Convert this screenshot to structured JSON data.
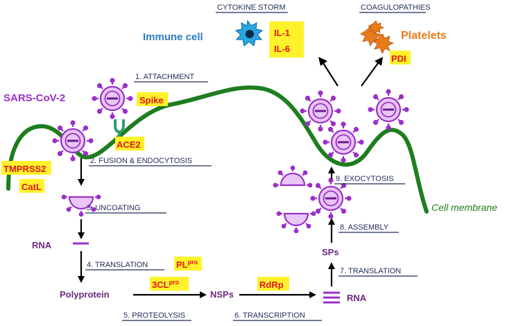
{
  "virus_label": "SARS-CoV-2",
  "cytokine_storm": {
    "heading": "CYTOKINE STORM",
    "cell_label": "Immune cell",
    "il1": "IL-1",
    "il6": "IL-6"
  },
  "coagulopathies": {
    "heading": "COAGULOPATHIES",
    "platelets_label": "Platelets",
    "pdi": "PDI"
  },
  "membrane_label": "Cell membrane",
  "receptors": {
    "spike": "Spike",
    "ace2": "ACE2",
    "tmprss2": "TMPRSS2",
    "catl": "CatL"
  },
  "enzymes": {
    "plpro_base": "PL",
    "plpro_sup": "pro",
    "clpro_base": "3CL",
    "clpro_sup": "pro",
    "rdrp": "RdRp"
  },
  "molecules": {
    "rna_left": "RNA",
    "polyprotein": "Polyprotein",
    "nsps": "NSPs",
    "rna_right": "RNA",
    "sps": "SPs"
  },
  "steps": [
    "1. ATTACHMENT",
    "2. FUSION & ENDOCYTOSIS",
    "3. UNCOATING",
    "4. TRANSLATION",
    "5. PROTEOLYSIS",
    "6. TRANSCRIPTION",
    "7. TRANSLATION",
    "8. ASSEMBLY",
    "9. EXOCYTOSIS"
  ],
  "colors": {
    "membrane": "#1e7d1e",
    "virus_purple": "#9b2fc9",
    "virus_fill": "#e9c6f5",
    "highlight_yellow": "#fff22a",
    "highlight_red": "#e3161b",
    "immune_blue": "#2a7cc1",
    "platelet_orange": "#e87a1a",
    "step_navy": "#1f2a5a",
    "molecule_purple": "#6b2a7d",
    "ace2_green": "#2aa06a"
  }
}
